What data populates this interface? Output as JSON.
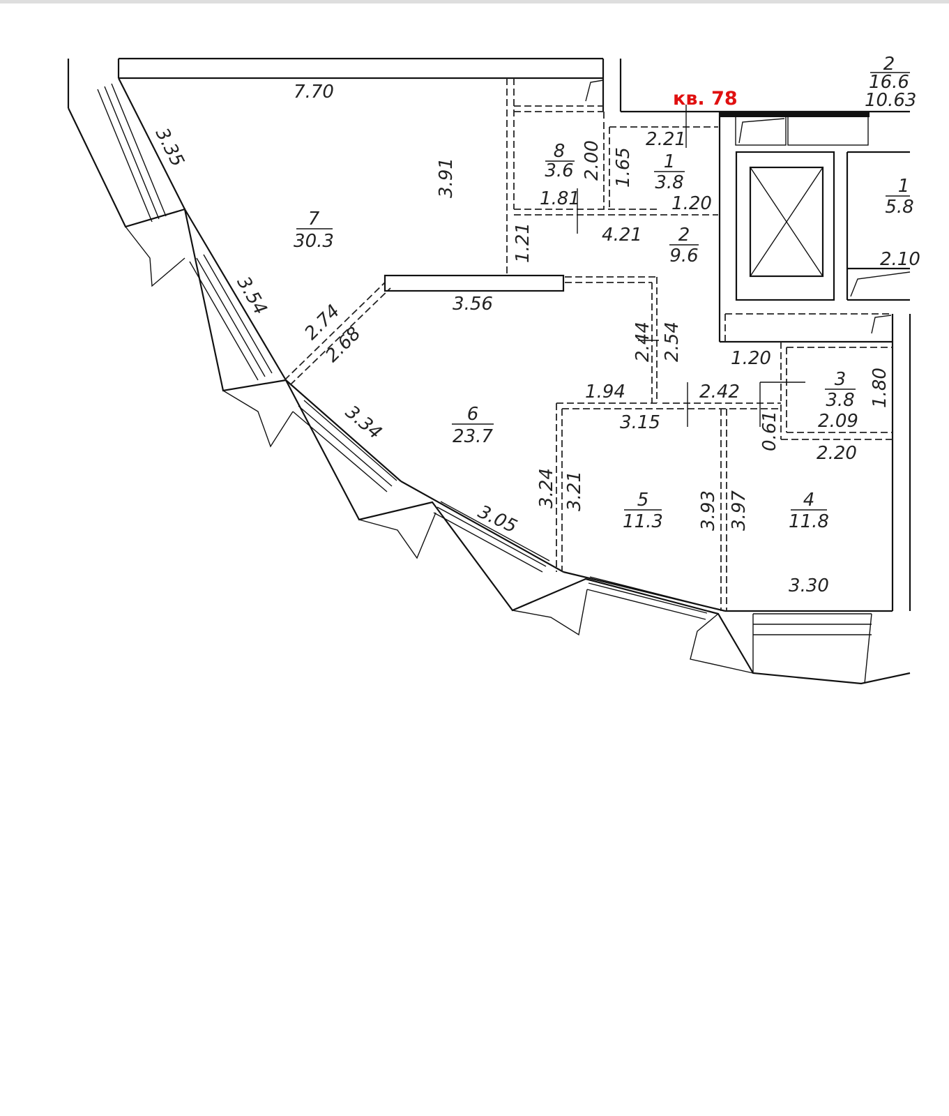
{
  "apartment_label": "кв. 78",
  "rooms": [
    {
      "num": "7",
      "area": "30.3"
    },
    {
      "num": "8",
      "area": "3.6"
    },
    {
      "num": "1",
      "area": "3.8"
    },
    {
      "num": "2",
      "area": "9.6"
    },
    {
      "num": "6",
      "area": "23.7"
    },
    {
      "num": "3",
      "area": "3.8"
    },
    {
      "num": "5",
      "area": "11.3"
    },
    {
      "num": "4",
      "area": "11.8"
    },
    {
      "num": "2",
      "area": "16.6"
    },
    {
      "num": "1",
      "area": "5.8"
    }
  ],
  "dimensions": [
    "7.70",
    "3.91",
    "3.35",
    "2.00",
    "1.65",
    "1.81",
    "2.21",
    "1.20",
    "1.21",
    "4.21",
    "3.54",
    "2.74",
    "2.68",
    "3.56",
    "2.44",
    "2.54",
    "1.20",
    "1.80",
    "1.94",
    "2.42",
    "3.34",
    "3.15",
    "0.61",
    "2.09",
    "2.20",
    "3.24",
    "3.21",
    "3.93",
    "3.97",
    "3.05",
    "3.30",
    "10.63",
    "2.10"
  ]
}
